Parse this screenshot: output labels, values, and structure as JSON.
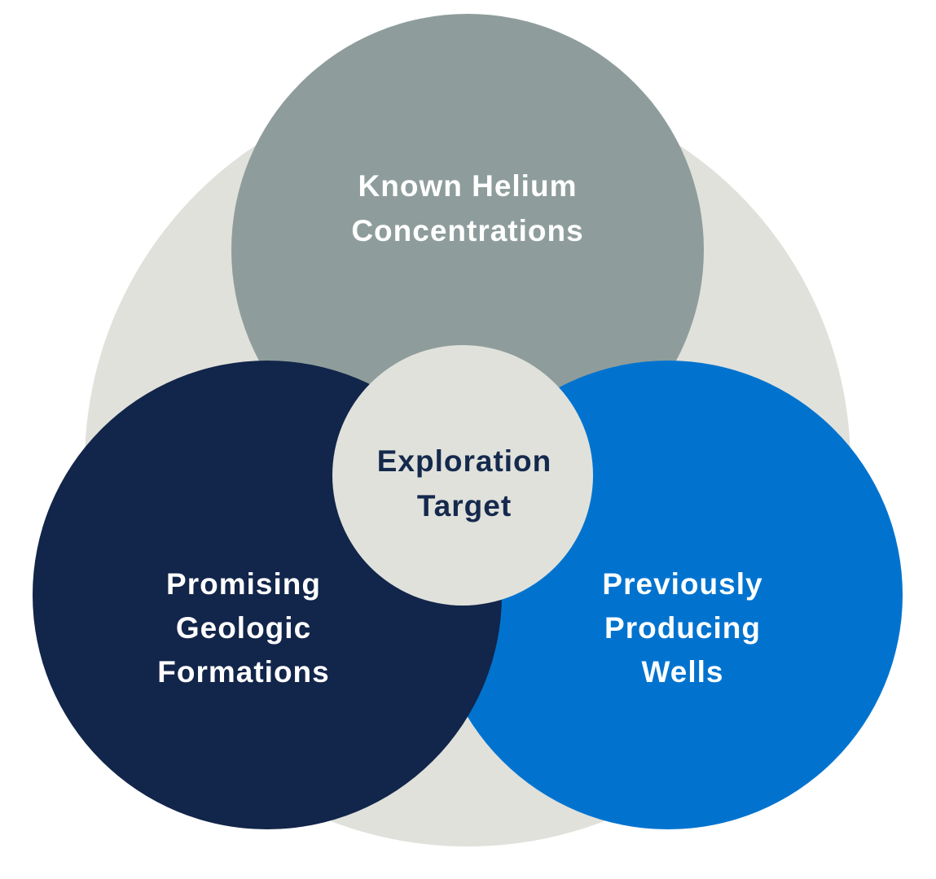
{
  "venn": {
    "page_background": "#FFFFFF",
    "background_circle": {
      "color": "#E0E1DB"
    },
    "top": {
      "name": "Known Helium Concentrations",
      "lines": [
        "Known Helium",
        "Concentrations"
      ],
      "color": "#8E9D9B",
      "text_color": "#FFFFFF"
    },
    "left": {
      "name": "Promising Geologic Formations",
      "lines": [
        "Promising",
        "Geologic",
        "Formations"
      ],
      "color": "#12254A",
      "text_color": "#FFFFFF"
    },
    "right": {
      "name": "Previously Producing Wells",
      "lines": [
        "Previously",
        "Producing",
        "Wells"
      ],
      "color": "#0173CF",
      "text_color": "#FFFFFF"
    },
    "center": {
      "name": "Exploration Target",
      "lines": [
        "Exploration",
        "Target"
      ],
      "color": "#E0E1DB",
      "text_color": "#15294D"
    }
  }
}
